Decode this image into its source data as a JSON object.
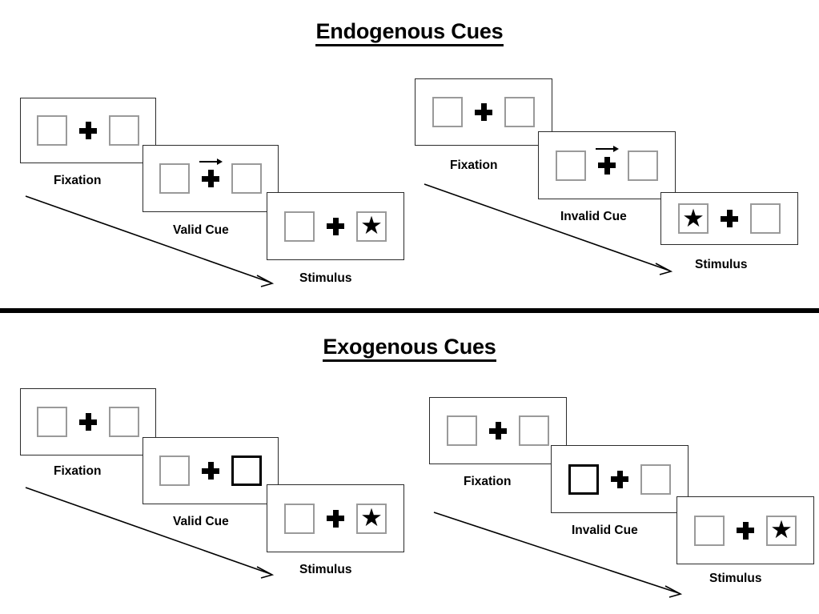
{
  "sections": [
    {
      "id": "endogenous",
      "title": "Endogenous Cues",
      "groups": [
        {
          "id": "endogenous-valid",
          "cue_type": "valid",
          "panels": [
            {
              "label": "Fixation",
              "left_box": {
                "cued": false,
                "content": ""
              },
              "right_box": {
                "cued": false,
                "content": ""
              },
              "arrow_cue": false
            },
            {
              "label": "Valid Cue",
              "left_box": {
                "cued": false,
                "content": ""
              },
              "right_box": {
                "cued": false,
                "content": ""
              },
              "arrow_cue": true,
              "arrow_direction": "right"
            },
            {
              "label": "Stimulus",
              "left_box": {
                "cued": false,
                "content": ""
              },
              "right_box": {
                "cued": false,
                "content": "star"
              },
              "arrow_cue": false
            }
          ]
        },
        {
          "id": "endogenous-invalid",
          "cue_type": "invalid",
          "panels": [
            {
              "label": "Fixation",
              "left_box": {
                "cued": false,
                "content": ""
              },
              "right_box": {
                "cued": false,
                "content": ""
              },
              "arrow_cue": false
            },
            {
              "label": "Invalid Cue",
              "left_box": {
                "cued": false,
                "content": ""
              },
              "right_box": {
                "cued": false,
                "content": ""
              },
              "arrow_cue": true,
              "arrow_direction": "right"
            },
            {
              "label": "Stimulus",
              "left_box": {
                "cued": false,
                "content": "star"
              },
              "right_box": {
                "cued": false,
                "content": ""
              },
              "arrow_cue": false
            }
          ]
        }
      ]
    },
    {
      "id": "exogenous",
      "title": "Exogenous Cues",
      "groups": [
        {
          "id": "exogenous-valid",
          "cue_type": "valid",
          "panels": [
            {
              "label": "Fixation",
              "left_box": {
                "cued": false,
                "content": ""
              },
              "right_box": {
                "cued": false,
                "content": ""
              },
              "arrow_cue": false
            },
            {
              "label": "Valid Cue",
              "left_box": {
                "cued": false,
                "content": ""
              },
              "right_box": {
                "cued": true,
                "content": ""
              },
              "arrow_cue": false
            },
            {
              "label": "Stimulus",
              "left_box": {
                "cued": false,
                "content": ""
              },
              "right_box": {
                "cued": false,
                "content": "star"
              },
              "arrow_cue": false
            }
          ]
        },
        {
          "id": "exogenous-invalid",
          "cue_type": "invalid",
          "panels": [
            {
              "label": "Fixation",
              "left_box": {
                "cued": false,
                "content": ""
              },
              "right_box": {
                "cued": false,
                "content": ""
              },
              "arrow_cue": false
            },
            {
              "label": "Invalid Cue",
              "left_box": {
                "cued": true,
                "content": ""
              },
              "right_box": {
                "cued": false,
                "content": ""
              },
              "arrow_cue": false
            },
            {
              "label": "Stimulus",
              "left_box": {
                "cued": false,
                "content": ""
              },
              "right_box": {
                "cued": false,
                "content": "star"
              },
              "arrow_cue": false
            }
          ]
        }
      ]
    }
  ],
  "glyphs": {
    "star": "★",
    "fixation_cross": "plus-cross",
    "cue_arrow": "arrow-right-icon",
    "flow_arrow": "arrow-diagonal-down-right-icon"
  },
  "colors": {
    "ink": "#000000",
    "frame_border": "#2b2b2b",
    "box_border": "#9a9a9a",
    "box_cued_border": "#000000",
    "background": "#ffffff",
    "divider": "#000000"
  }
}
